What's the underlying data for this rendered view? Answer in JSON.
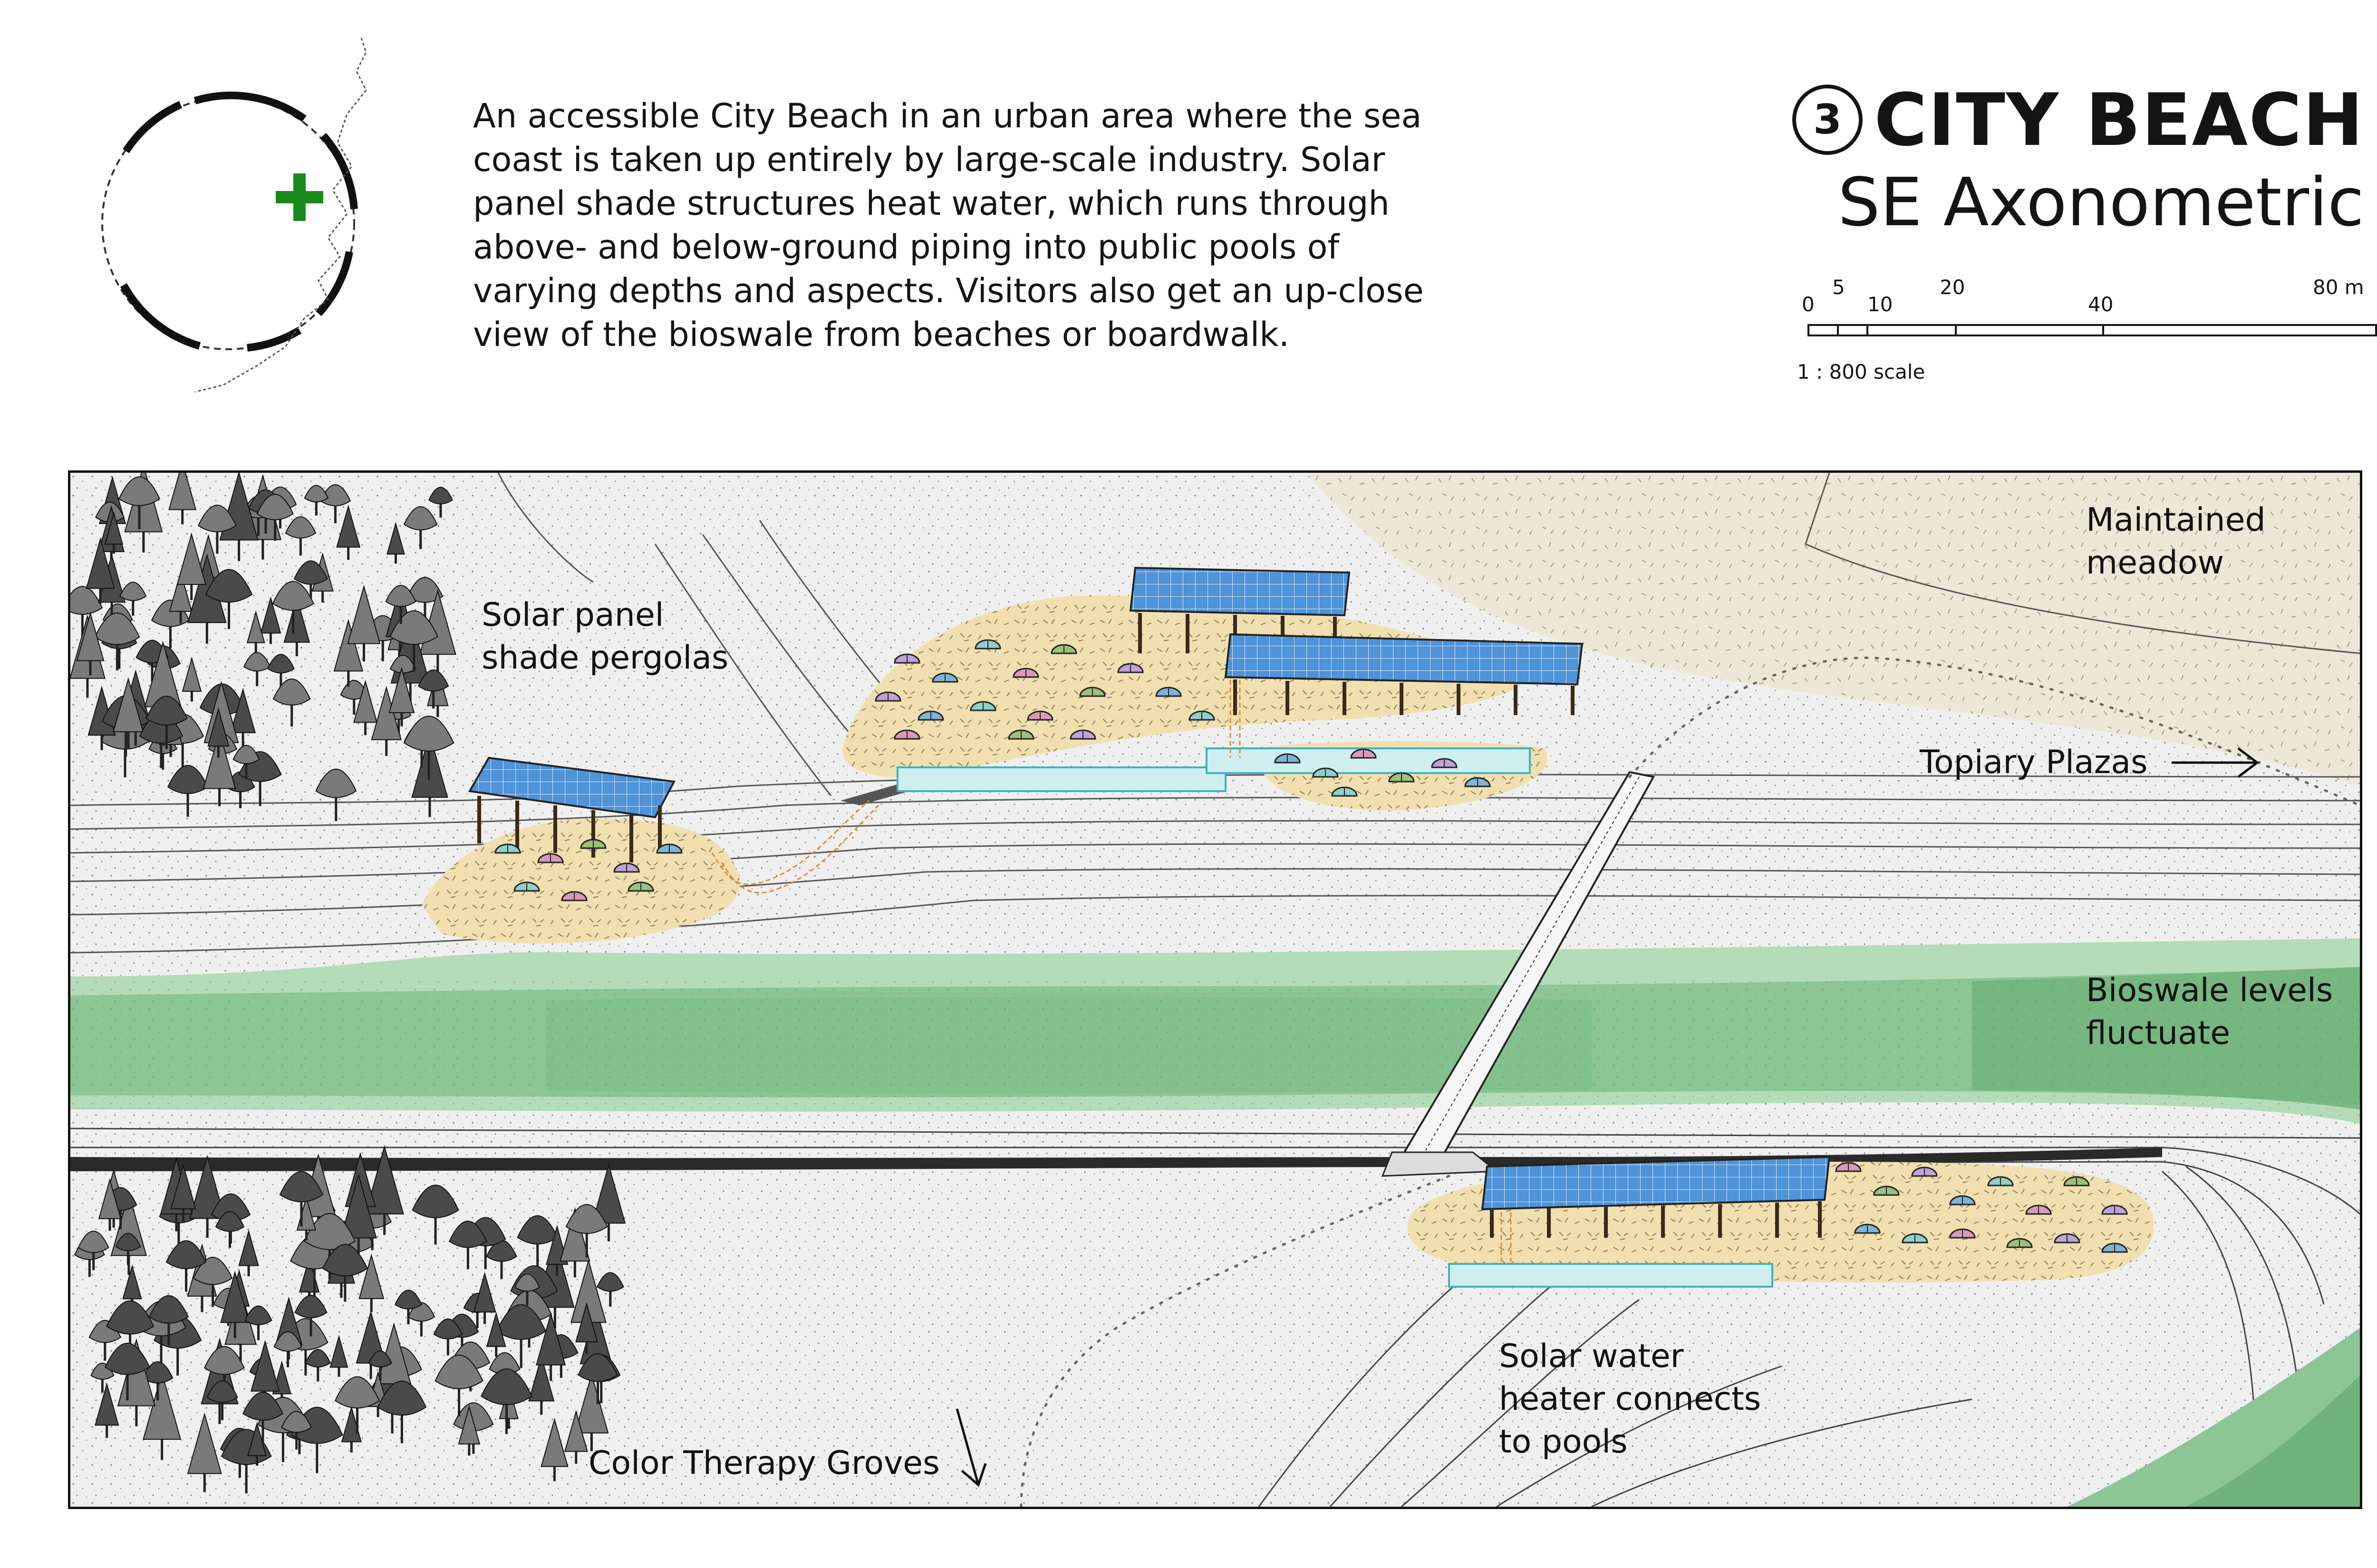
{
  "description": "An accessible City Beach in an urban area where the sea coast is taken up entirely by large-scale industry. Solar panel shade structures heat water, which runs through above- and below-ground piping into public pools of varying depths and aspects. Visitors also get an up-close view of the bioswale from beaches or boardwalk.",
  "title_block": {
    "number": "3",
    "title": "CITY BEACH",
    "subtitle": "SE Axonometric"
  },
  "scale_bar": {
    "ticks": [
      "0",
      "5",
      "10",
      "20",
      "40",
      "80 m"
    ],
    "ratio": "1 : 800 scale"
  },
  "locator_map": {
    "icons": [
      "ring-map-icon",
      "coastline-icon",
      "green-cross-marker-icon"
    ],
    "marker_color": "#1a8a1a"
  },
  "labels": {
    "solar_pergolas": "Solar panel\nshade pergolas",
    "maintained_meadow": "Maintained\nmeadow",
    "topiary_plazas": "Topiary Plazas",
    "bioswale": "Bioswale levels\nfluctuate",
    "solar_heater": "Solar water\nheater connects\nto pools",
    "color_therapy": "Color Therapy Groves"
  },
  "colors": {
    "background": "#ffffff",
    "ground": "#efefef",
    "bioswale": "#8cc596",
    "bioswale_dark": "#6fb27c",
    "sand": "#f1dfb0",
    "meadow": "#ece8d8",
    "pool": "#cfeef0",
    "solar_panel": "#4f93d8",
    "pipe": "#e88a2e",
    "marker": "#1a8a1a",
    "ink": "#141414"
  }
}
